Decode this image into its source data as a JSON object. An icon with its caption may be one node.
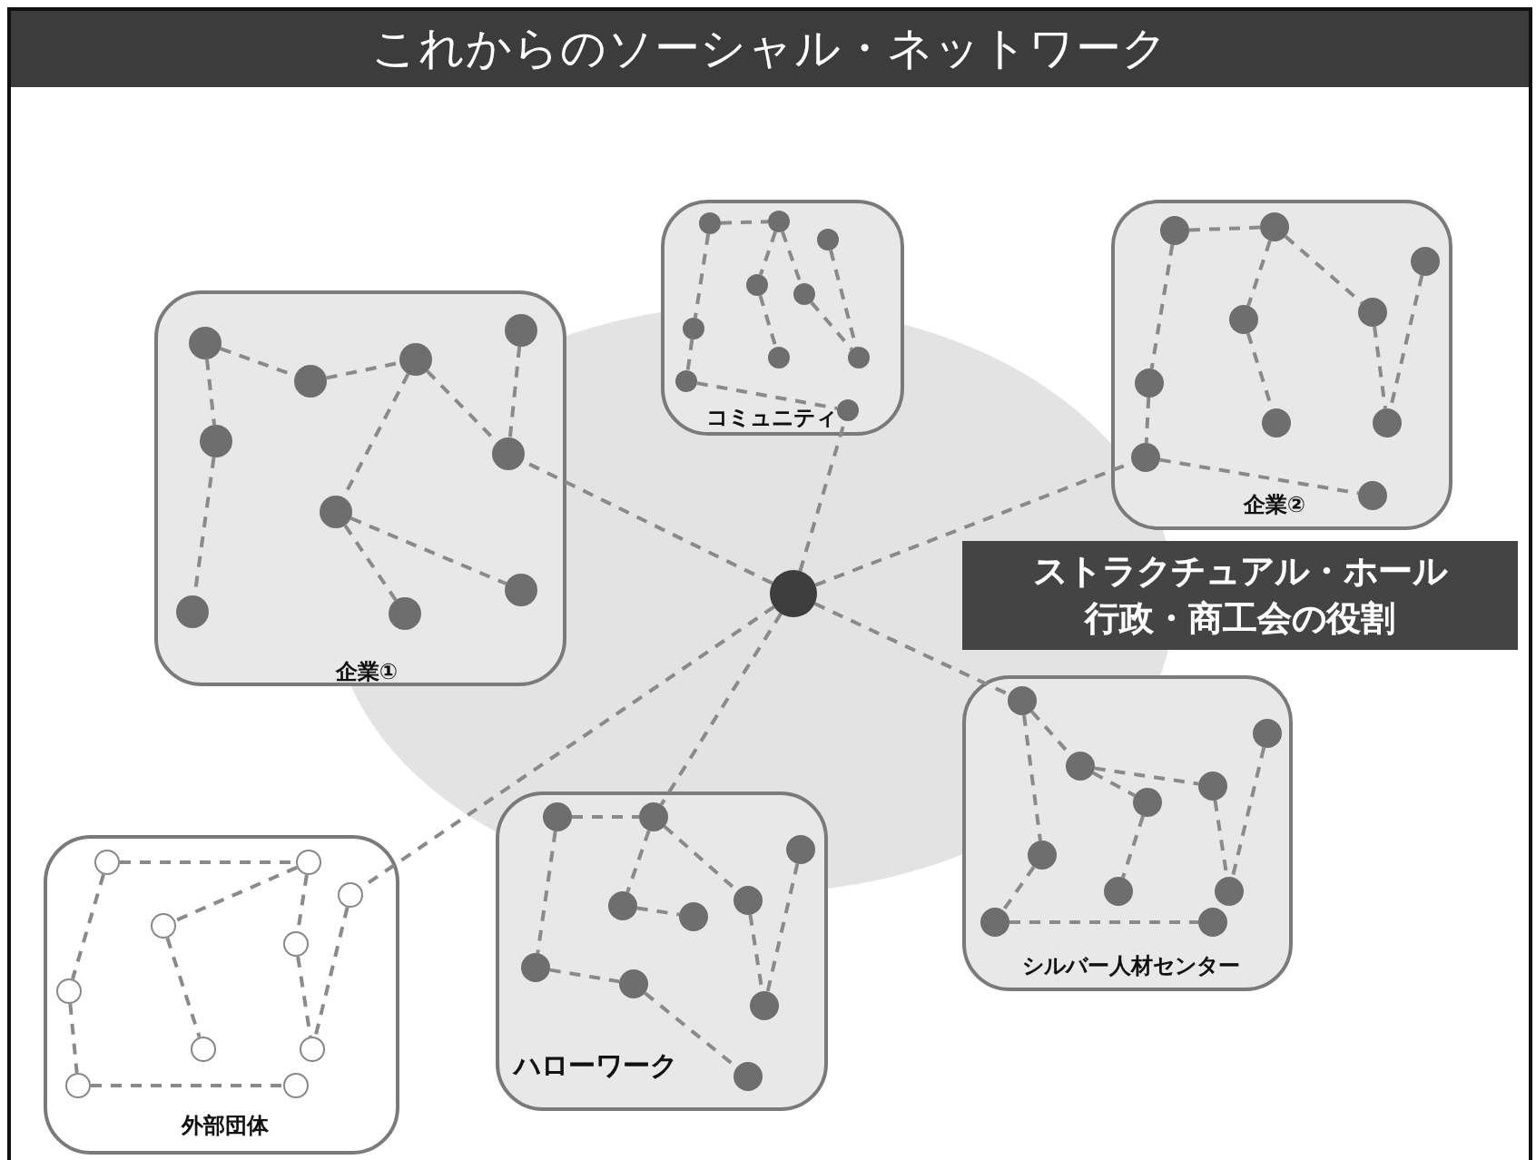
{
  "diagram": {
    "title": "これからのソーシャル・ネットワーク",
    "nodes": [
      {
        "text": [
          "コミュニティ"
        ]
      },
      {
        "text": [],
        "shape": "circle",
        "in": 0
      },
      {
        "text": [],
        "shape": "circle",
        "in": 0
      },
      {
        "text": [],
        "shape": "circle",
        "in": 0
      },
      {
        "text": [],
        "shape": "circle",
        "in": 0
      },
      {
        "text": [],
        "shape": "circle",
        "in": 0
      },
      {
        "text": [],
        "shape": "circle",
        "in": 0
      },
      {
        "text": [],
        "shape": "circle",
        "in": 0
      },
      {
        "text": [],
        "shape": "circle",
        "in": 0
      },
      {
        "text": [],
        "shape": "circle",
        "in": 0
      },
      {
        "text": [],
        "shape": "circle",
        "in": 0
      },
      {
        "text": [
          "企業②"
        ]
      },
      {
        "text": [],
        "shape": "circle",
        "in": 11
      },
      {
        "text": [],
        "shape": "circle",
        "in": 11
      },
      {
        "text": [],
        "shape": "circle",
        "in": 11
      },
      {
        "text": [],
        "shape": "circle",
        "in": 11
      },
      {
        "text": [],
        "shape": "circle",
        "in": 11
      },
      {
        "text": [],
        "shape": "circle",
        "in": 11
      },
      {
        "text": [],
        "shape": "circle",
        "in": 11
      },
      {
        "text": [],
        "shape": "circle",
        "in": 11
      },
      {
        "text": [],
        "shape": "circle",
        "in": 11
      },
      {
        "text": [],
        "shape": "circle",
        "in": 11
      },
      {
        "text": [
          "企業①"
        ]
      },
      {
        "text": [],
        "shape": "circle",
        "in": 22
      },
      {
        "text": [],
        "shape": "circle",
        "in": 22
      },
      {
        "text": [],
        "shape": "circle",
        "in": 22
      },
      {
        "text": [],
        "shape": "circle",
        "in": 22
      },
      {
        "text": [],
        "shape": "circle",
        "in": 22
      },
      {
        "text": [],
        "shape": "circle",
        "in": 22
      },
      {
        "text": [],
        "shape": "circle",
        "in": 22
      },
      {
        "text": [],
        "shape": "circle",
        "in": 22
      },
      {
        "text": [],
        "shape": "circle",
        "in": 22
      },
      {
        "text": [],
        "shape": "circle",
        "in": 22
      },
      {
        "text": [],
        "shape": "circle"
      },
      {
        "text": [
          "ストラクチュアル・ホール",
          "行政・商工会の役割"
        ]
      },
      {
        "text": [
          "シルバー人材センター"
        ]
      },
      {
        "text": [],
        "shape": "circle",
        "in": 35
      },
      {
        "text": [],
        "shape": "circle",
        "in": 35
      },
      {
        "text": [],
        "shape": "circle",
        "in": 35
      },
      {
        "text": [],
        "shape": "circle",
        "in": 35
      },
      {
        "text": [],
        "shape": "circle",
        "in": 35
      },
      {
        "text": [],
        "shape": "circle",
        "in": 35
      },
      {
        "text": [],
        "shape": "circle",
        "in": 35
      },
      {
        "text": [],
        "shape": "circle",
        "in": 35
      },
      {
        "text": [],
        "shape": "circle",
        "in": 35
      },
      {
        "text": [],
        "shape": "circle",
        "in": 35
      },
      {
        "text": [
          "ハローワーク"
        ]
      },
      {
        "text": [],
        "shape": "circle",
        "in": 46
      },
      {
        "text": [],
        "shape": "circle",
        "in": 46
      },
      {
        "text": [],
        "shape": "circle",
        "in": 46
      },
      {
        "text": [],
        "shape": "circle",
        "in": 46
      },
      {
        "text": [],
        "shape": "circle",
        "in": 46
      },
      {
        "text": [],
        "shape": "circle",
        "in": 46
      },
      {
        "text": [],
        "shape": "circle",
        "in": 46
      },
      {
        "text": [],
        "shape": "circle",
        "in": 46
      },
      {
        "text": [],
        "shape": "circle",
        "in": 46
      },
      {
        "text": [],
        "shape": "circle",
        "in": 46
      },
      {
        "text": [
          "外部団体"
        ]
      },
      {
        "text": [],
        "shape": "circle",
        "in": 57
      },
      {
        "text": [],
        "shape": "circle",
        "in": 57
      },
      {
        "text": [],
        "shape": "circle",
        "in": 57
      },
      {
        "text": [],
        "shape": "circle",
        "in": 57
      },
      {
        "text": [],
        "shape": "circle",
        "in": 57
      },
      {
        "text": [],
        "shape": "circle",
        "in": 57
      },
      {
        "text": [],
        "shape": "circle",
        "in": 57
      },
      {
        "text": [],
        "shape": "circle",
        "in": 57
      },
      {
        "text": [],
        "shape": "circle",
        "in": 57
      },
      {
        "text": [],
        "shape": "circle",
        "in": 57
      }
    ],
    "edges": [
      {
        "from": 1,
        "to": 2,
        "arrow": "none",
        "style": "dashed"
      },
      {
        "from": 1,
        "to": 6,
        "arrow": "none",
        "style": "dashed"
      },
      {
        "from": 6,
        "to": 9,
        "arrow": "none",
        "style": "dashed"
      },
      {
        "from": 2,
        "to": 4,
        "arrow": "none",
        "style": "dashed"
      },
      {
        "from": 4,
        "to": 7,
        "arrow": "none",
        "style": "dashed"
      },
      {
        "from": 2,
        "to": 5,
        "arrow": "none",
        "style": "dashed"
      },
      {
        "from": 5,
        "to": 8,
        "arrow": "none",
        "style": "dashed"
      },
      {
        "from": 3,
        "to": 8,
        "arrow": "none",
        "style": "dashed"
      },
      {
        "from": 9,
        "to": 10,
        "arrow": "none",
        "style": "dashed"
      },
      {
        "from": 12,
        "to": 13,
        "arrow": "none",
        "style": "dashed"
      },
      {
        "from": 12,
        "to": 17,
        "arrow": "none",
        "style": "dashed"
      },
      {
        "from": 17,
        "to": 20,
        "arrow": "none",
        "style": "dashed"
      },
      {
        "from": 13,
        "to": 15,
        "arrow": "none",
        "style": "dashed"
      },
      {
        "from": 15,
        "to": 18,
        "arrow": "none",
        "style": "dashed"
      },
      {
        "from": 13,
        "to": 16,
        "arrow": "none",
        "style": "dashed"
      },
      {
        "from": 16,
        "to": 19,
        "arrow": "none",
        "style": "dashed"
      },
      {
        "from": 14,
        "to": 19,
        "arrow": "none",
        "style": "dashed"
      },
      {
        "from": 20,
        "to": 21,
        "arrow": "none",
        "style": "dashed"
      },
      {
        "from": 23,
        "to": 24,
        "arrow": "none",
        "style": "dashed"
      },
      {
        "from": 24,
        "to": 25,
        "arrow": "none",
        "style": "dashed"
      },
      {
        "from": 25,
        "to": 28,
        "arrow": "none",
        "style": "dashed"
      },
      {
        "from": 26,
        "to": 28,
        "arrow": "none",
        "style": "dashed"
      },
      {
        "from": 23,
        "to": 27,
        "arrow": "none",
        "style": "dashed"
      },
      {
        "from": 27,
        "to": 30,
        "arrow": "none",
        "style": "dashed"
      },
      {
        "from": 25,
        "to": 29,
        "arrow": "none",
        "style": "dashed"
      },
      {
        "from": 29,
        "to": 31,
        "arrow": "none",
        "style": "dashed"
      },
      {
        "from": 29,
        "to": 32,
        "arrow": "none",
        "style": "dashed"
      },
      {
        "from": 36,
        "to": 38,
        "arrow": "none",
        "style": "dashed"
      },
      {
        "from": 38,
        "to": 39,
        "arrow": "none",
        "style": "dashed"
      },
      {
        "from": 38,
        "to": 40,
        "arrow": "none",
        "style": "dashed"
      },
      {
        "from": 36,
        "to": 41,
        "arrow": "none",
        "style": "dashed"
      },
      {
        "from": 41,
        "to": 44,
        "arrow": "none",
        "style": "dashed"
      },
      {
        "from": 40,
        "to": 42,
        "arrow": "none",
        "style": "dashed"
      },
      {
        "from": 39,
        "to": 43,
        "arrow": "none",
        "style": "dashed"
      },
      {
        "from": 37,
        "to": 43,
        "arrow": "none",
        "style": "dashed"
      },
      {
        "from": 44,
        "to": 45,
        "arrow": "none",
        "style": "dashed"
      },
      {
        "from": 47,
        "to": 48,
        "arrow": "none",
        "style": "dashed"
      },
      {
        "from": 47,
        "to": 53,
        "arrow": "none",
        "style": "dashed"
      },
      {
        "from": 53,
        "to": 54,
        "arrow": "none",
        "style": "dashed"
      },
      {
        "from": 54,
        "to": 56,
        "arrow": "none",
        "style": "dashed"
      },
      {
        "from": 48,
        "to": 50,
        "arrow": "none",
        "style": "dashed"
      },
      {
        "from": 50,
        "to": 51,
        "arrow": "none",
        "style": "dashed"
      },
      {
        "from": 48,
        "to": 52,
        "arrow": "none",
        "style": "dashed"
      },
      {
        "from": 52,
        "to": 55,
        "arrow": "none",
        "style": "dashed"
      },
      {
        "from": 49,
        "to": 55,
        "arrow": "none",
        "style": "dashed"
      },
      {
        "from": 58,
        "to": 59,
        "arrow": "none",
        "style": "dashed"
      },
      {
        "from": 58,
        "to": 63,
        "arrow": "none",
        "style": "dashed"
      },
      {
        "from": 63,
        "to": 66,
        "arrow": "none",
        "style": "dashed"
      },
      {
        "from": 66,
        "to": 67,
        "arrow": "none",
        "style": "dashed"
      },
      {
        "from": 59,
        "to": 61,
        "arrow": "none",
        "style": "dashed"
      },
      {
        "from": 61,
        "to": 64,
        "arrow": "none",
        "style": "dashed"
      },
      {
        "from": 59,
        "to": 62,
        "arrow": "none",
        "style": "dashed"
      },
      {
        "from": 62,
        "to": 65,
        "arrow": "none",
        "style": "dashed"
      },
      {
        "from": 60,
        "to": 65,
        "arrow": "none",
        "style": "dashed"
      },
      {
        "from": 33,
        "to": 28,
        "arrow": "none",
        "style": "dashed"
      },
      {
        "from": 33,
        "to": 10,
        "arrow": "none",
        "style": "dashed"
      },
      {
        "from": 33,
        "to": 20,
        "arrow": "none",
        "style": "dashed"
      },
      {
        "from": 33,
        "to": 36,
        "arrow": "none",
        "style": "dashed"
      },
      {
        "from": 33,
        "to": 48,
        "arrow": "none",
        "style": "dashed"
      },
      {
        "from": 33,
        "to": 60,
        "arrow": "none",
        "style": "dashed"
      }
    ]
  }
}
